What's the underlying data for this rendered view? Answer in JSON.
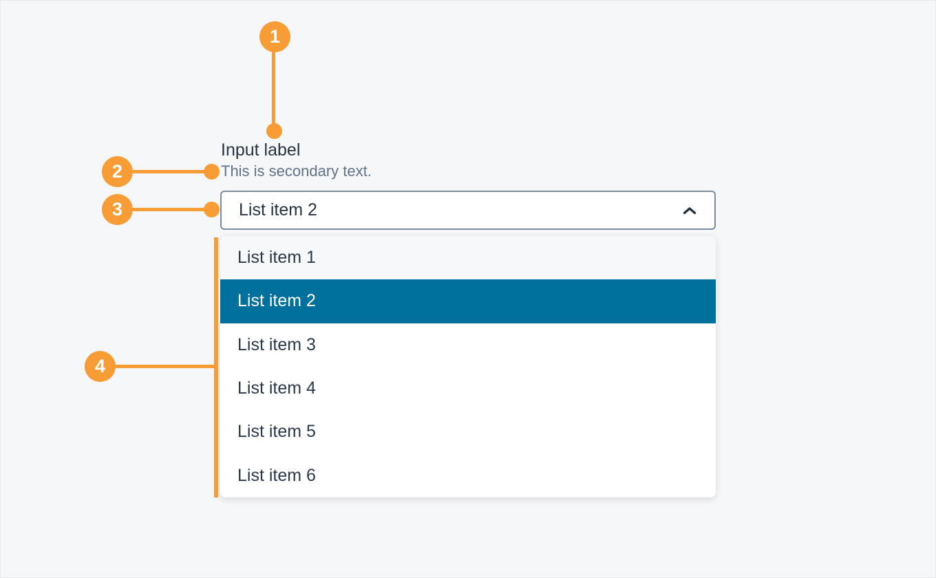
{
  "colors": {
    "accent_orange": "#F89C35",
    "selected_teal": "#00719C",
    "text_primary": "#27333F",
    "text_secondary": "#5E7489",
    "select_border": "#7A8B9E",
    "hover_row_bg": "#F7F8FA",
    "page_bg": "#F6F7F9"
  },
  "callouts": [
    {
      "number": "1"
    },
    {
      "number": "2"
    },
    {
      "number": "3"
    },
    {
      "number": "4"
    }
  ],
  "field": {
    "label": "Input label",
    "secondary_text": "This is secondary text."
  },
  "select": {
    "value": "List item 2",
    "chevron_icon": "chevron-up-icon"
  },
  "listbox": {
    "selected_index": 1,
    "items": [
      {
        "label": "List item 1"
      },
      {
        "label": "List item 2"
      },
      {
        "label": "List item 3"
      },
      {
        "label": "List item 4"
      },
      {
        "label": "List item 5"
      },
      {
        "label": "List item 6"
      }
    ]
  }
}
